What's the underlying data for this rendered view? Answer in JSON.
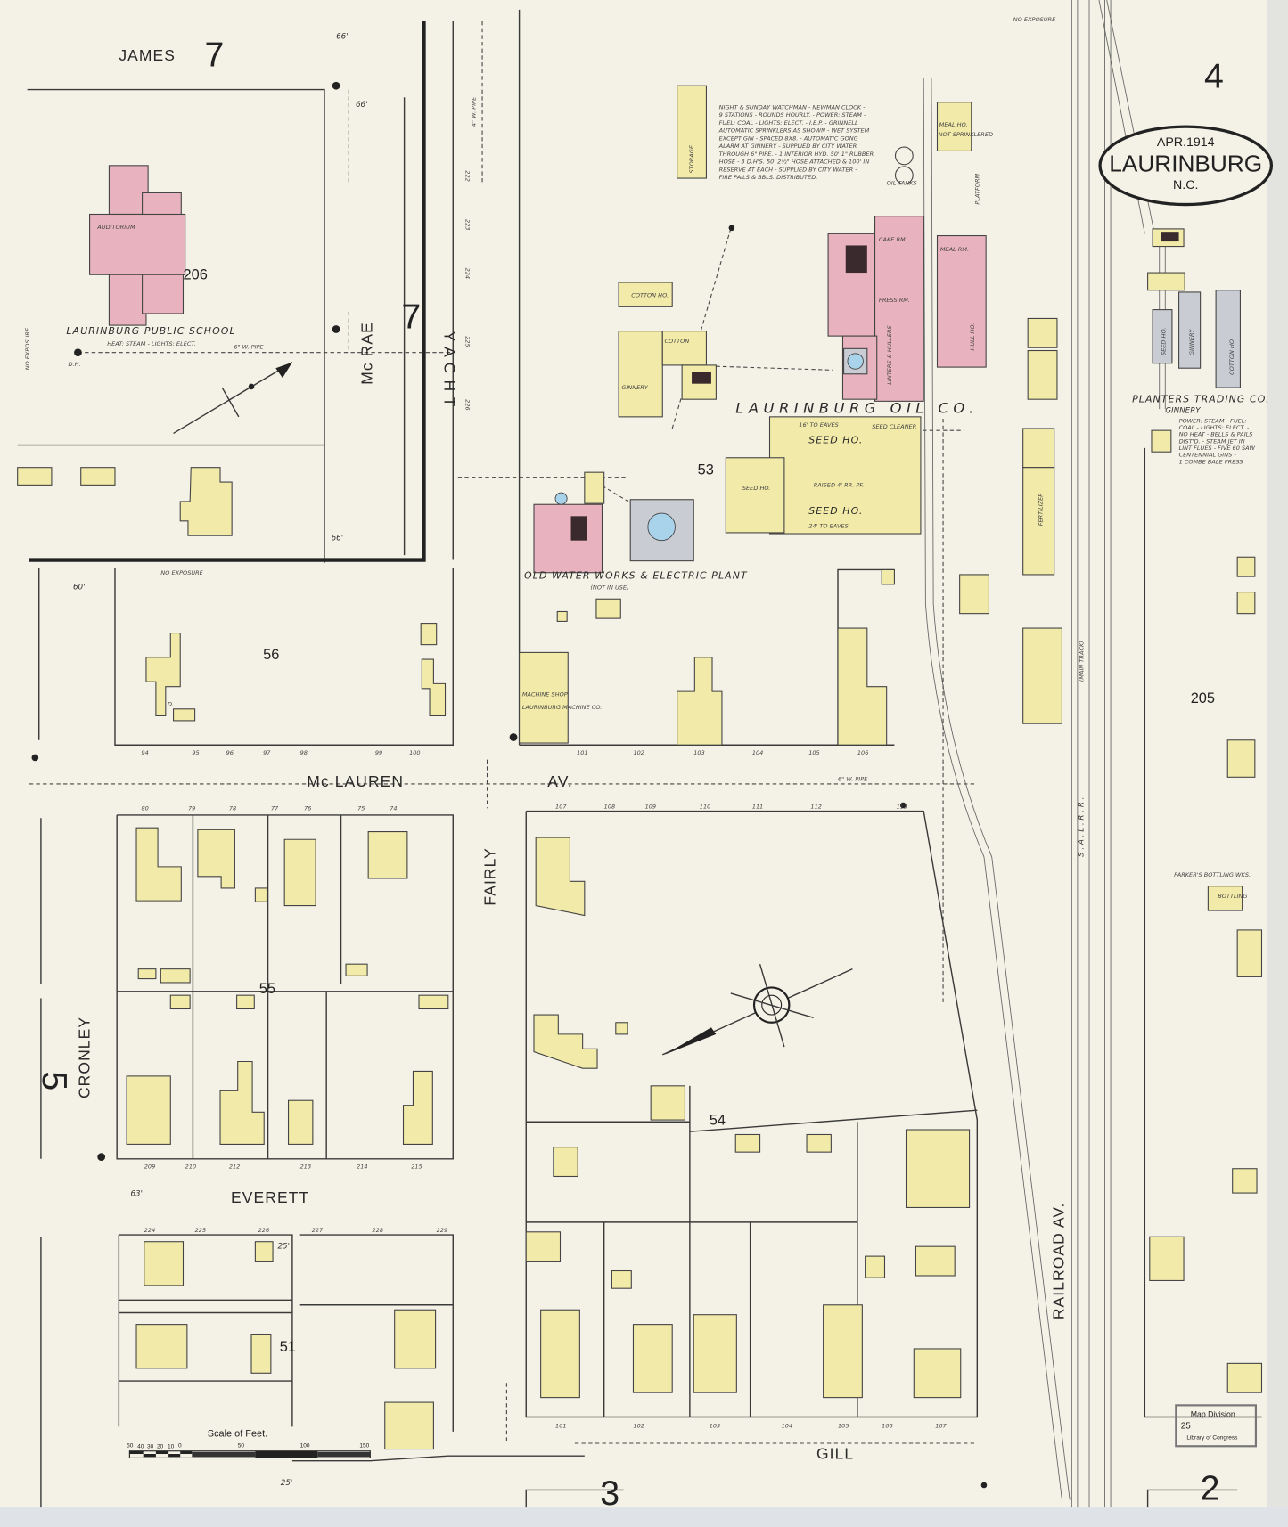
{
  "sheet": {
    "number": "4",
    "adjoining_south": "3",
    "adjoining_southeast": "2",
    "adjoining_west": "5",
    "adjoining_north": "7",
    "adjoining_north_east": "7"
  },
  "title": {
    "date": "APR.1914",
    "city": "LAURINBURG",
    "state": "N.C."
  },
  "streets": {
    "james": "JAMES",
    "mcrae": "Mc RAE",
    "yacht": "Y A C H T",
    "fairly": "FAIRLY",
    "mclauren": "Mc LAUREN",
    "av": "AV.",
    "cronley": "CRONLEY",
    "everett": "EVERETT",
    "gill": "GILL",
    "railroad_av": "RAILROAD      AV.",
    "salrr": "S . A . L . R . R .",
    "main_track": "(MAIN TRACK)"
  },
  "blocks": [
    "206",
    "56",
    "55",
    "51",
    "53",
    "54",
    "205"
  ],
  "labels": {
    "school": "LAURINBURG PUBLIC SCHOOL",
    "school_note": "HEAT: STEAM - LIGHTS: ELECT.",
    "auditorium": "AUDITORIUM",
    "oil_co": "LAURINBURG    OIL    CO.",
    "water_works": "OLD WATER WORKS & ELECTRIC PLANT",
    "not_in_use": "(NOT IN USE)",
    "machine_co": "LAURINBURG MACHINE CO.",
    "machine_shop": "MACHINE SHOP",
    "planters": "PLANTERS TRADING CO.",
    "ginnery": "GINNERY",
    "planters_note": [
      "POWER: STEAM - FUEL:",
      "COAL - LIGHTS: ELECT. -",
      "NO HEAT - BELLS & PAILS",
      "DIST'D. - STEAM JET IN",
      "LINT FLUES - FIVE 60 SAW",
      "CENTENNIAL GINS -",
      "1 COMBE BALE PRESS"
    ],
    "parkers": "PARKER'S BOTTLING WKS.",
    "bottling": "BOTTLING",
    "seed_ho_1": "SEED  HO.",
    "seed_ho_2": "SEED  HO.",
    "seed_ho_3": "SEED HO.",
    "eaves_16": "16' TO EAVES",
    "eaves_24": "24' TO EAVES",
    "raised": "RAISED 4' RR. PF.",
    "seed_cleaner": "SEED CLEANER",
    "cotton_ho": "COTTON HO.",
    "cotton": "COTTON",
    "ginnery_oil": "GINNERY",
    "cake_rm": "CAKE RM.",
    "press_rm": "PRESS RM.",
    "linters": "LINTERS & HULLERS",
    "meal_rm": "MEAL RM.",
    "hull_ho": "HULL HO.",
    "meal_ho": "MEAL HO.",
    "not_sprinklered": "NOT SPRINKLERED",
    "storage": "STORAGE",
    "cotton_ho_pt": "COTTON HO.",
    "ginnery_pt": "GINNERY",
    "seed_ho_pt": "SEED HO.",
    "fertilizer": "FERTILIZER",
    "platform": "PLATFORM",
    "oil_tanks": "OIL TANKS",
    "no_exposure_top": "NO EXPOSURE",
    "no_exposure_mid": "NO EXPOSURE",
    "no_exposure_left": "NO EXPOSURE",
    "watchman_note": [
      "NIGHT & SUNDAY WATCHMAN - NEWMAN CLOCK -",
      "9 STATIONS - ROUNDS HOURLY. - POWER: STEAM -",
      "FUEL: COAL - LIGHTS: ELECT. - I.E.P. - GRINNELL",
      "AUTOMATIC SPRINKLERS AS SHOWN - WET SYSTEM",
      "EXCEPT GIN - SPACED 8X8. - AUTOMATIC GONG",
      "ALARM AT GINNERY - SUPPLIED BY CITY WATER",
      "THROUGH 6\" PIPE. - 1 INTERIOR HYD. 50' 1\" RUBBER",
      "HOSE - 3 D.H'S. 50' 2½\" HOSE ATTACHED & 100' IN",
      "RESERVE AT EACH - SUPPLIED BY CITY WATER -",
      "FIRE PAILS & BBLS. DISTRIBUTED."
    ],
    "pipe_6": "6\" W. PIPE",
    "pipe_4": "4\" W. PIPE",
    "dh": "D.H.",
    "dwelling": "D."
  },
  "addresses": {
    "mclauren_north": [
      "94",
      "95",
      "96",
      "97",
      "98",
      "99",
      "100"
    ],
    "mclauren_south": [
      "80",
      "79",
      "78",
      "77",
      "76",
      "75",
      "74"
    ],
    "fairly_block53": [
      "101",
      "102",
      "103",
      "104",
      "105",
      "106"
    ],
    "mclauren_block54": [
      "107",
      "108",
      "109",
      "110",
      "111",
      "112",
      "113"
    ],
    "everett_north": [
      "209",
      "210",
      "212",
      "213",
      "214",
      "215"
    ],
    "everett_south": [
      "224",
      "225",
      "226",
      "227",
      "228",
      "229"
    ],
    "gill_north": [
      "101",
      "102",
      "103",
      "104",
      "105",
      "106",
      "107"
    ],
    "yacht_west": [
      "222",
      "223",
      "224",
      "225",
      "226"
    ]
  },
  "dimensions": {
    "w66a": "66'",
    "w66b": "66'",
    "w66c": "66'",
    "w60": "60'",
    "w25a": "25'",
    "w25b": "25'",
    "w63": "63'"
  },
  "scale": {
    "title": "Scale of Feet.",
    "ticks": [
      "50",
      "40",
      "30",
      "20",
      "10",
      "0",
      "50",
      "100",
      "150"
    ]
  },
  "stamp": {
    "line1": "Map Division",
    "line2": "25",
    "line3": "Library of Congress"
  },
  "icons": {
    "north_arrow": "north-arrow-icon",
    "compass": "compass-rose-icon",
    "hydrant": "fire-hydrant-icon"
  },
  "colors": {
    "paper": "#f4f2e6",
    "frame_dwelling": "#f2eaa8",
    "brick": "#e8b2be",
    "iron_clad": "#c9ccd3",
    "water_tank": "#a9d3ea"
  }
}
